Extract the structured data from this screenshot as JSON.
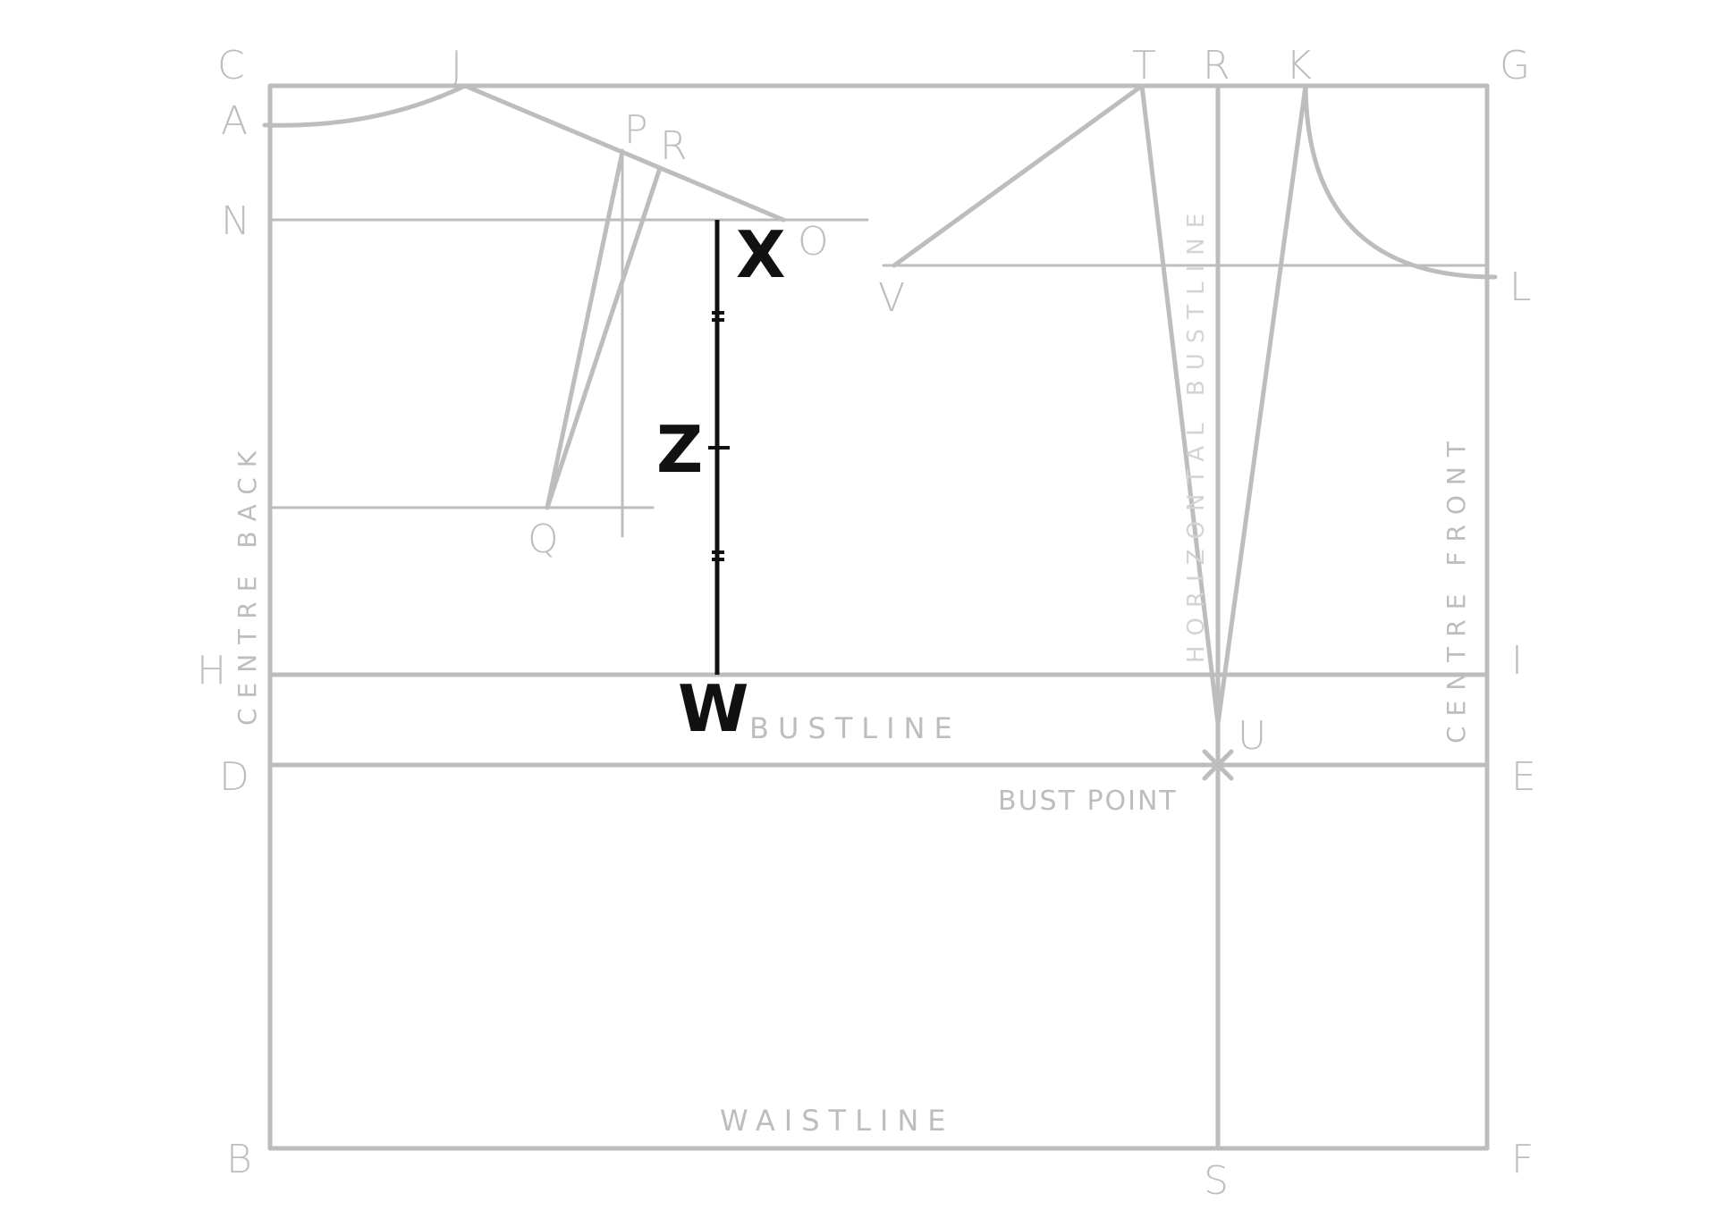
{
  "colors": {
    "line_grey": "#bdbdbd",
    "black": "#111111",
    "background": "#ffffff"
  },
  "points": {
    "C": "C",
    "J": "J",
    "T": "T",
    "R_top": "R",
    "K": "K",
    "G": "G",
    "A": "A",
    "P": "P",
    "R_mid": "R",
    "N": "N",
    "O": "O",
    "V": "V",
    "L": "L",
    "Q": "Q",
    "H": "H",
    "I": "I",
    "U": "U",
    "D": "D",
    "E": "E",
    "B": "B",
    "S": "S",
    "F": "F"
  },
  "markers": {
    "X": "X",
    "Z": "Z",
    "W": "W"
  },
  "lines": {
    "bustline": "BUSTLINE",
    "waistline": "WAISTLINE",
    "bust_point": "BUST POINT",
    "centre_back": "CENTRE BACK",
    "centre_front": "CENTRE FRONT",
    "horizontal_bustline": "HORIZONTAL BUSTLINE"
  }
}
